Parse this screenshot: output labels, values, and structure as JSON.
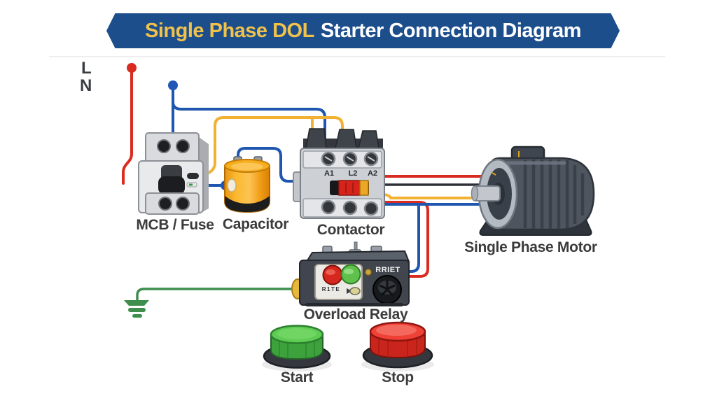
{
  "banner": {
    "title_highlight": "Single Phase DOL",
    "title_rest": "Starter Connection Diagram",
    "bg_color": "#1d4e8c",
    "highlight_color": "#f0c24b",
    "rest_color": "#ffffff"
  },
  "supply": {
    "live_label": "L",
    "neutral_label": "N",
    "live_color": "#d92b1f",
    "neutral_color": "#f2b132"
  },
  "wire_colors": {
    "red": "#d92b1f",
    "yellow": "#f2b132",
    "blue": "#1e56b0",
    "black": "#2e3238",
    "green": "#3e8e4e"
  },
  "components": {
    "mcb": {
      "label": "MCB / Fuse"
    },
    "capacitor": {
      "label": "Capacitor"
    },
    "contactor": {
      "label": "Contactor",
      "terminal_labels": [
        "A1",
        "L2",
        "A2"
      ]
    },
    "motor": {
      "label": "Single Phase Motor"
    },
    "overload_relay": {
      "label": "Overload Relay",
      "panel_text": "R1TE",
      "side_text": "RRIET"
    },
    "start_button": {
      "label": "Start",
      "color": "#3da23c"
    },
    "stop_button": {
      "label": "Stop",
      "color": "#e8332a"
    }
  }
}
